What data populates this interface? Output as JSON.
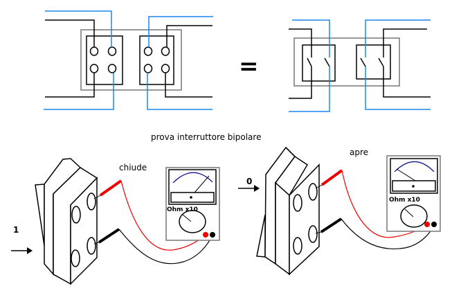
{
  "title": "prova interruttore bipolare",
  "equals_sign": "=",
  "colors": {
    "black_wire": "#000000",
    "blue_wire": "#1a87f0",
    "frame_gray": "#777777",
    "probe_red": "#ee0000",
    "scale_arc": "#000088"
  },
  "left_test": {
    "state_label": "chiude",
    "position_label": "1",
    "meter_label": "Ohm x10",
    "needle": "right"
  },
  "right_test": {
    "state_label": "apre",
    "position_label": "0",
    "meter_label": "Ohm x10",
    "needle": "left"
  }
}
